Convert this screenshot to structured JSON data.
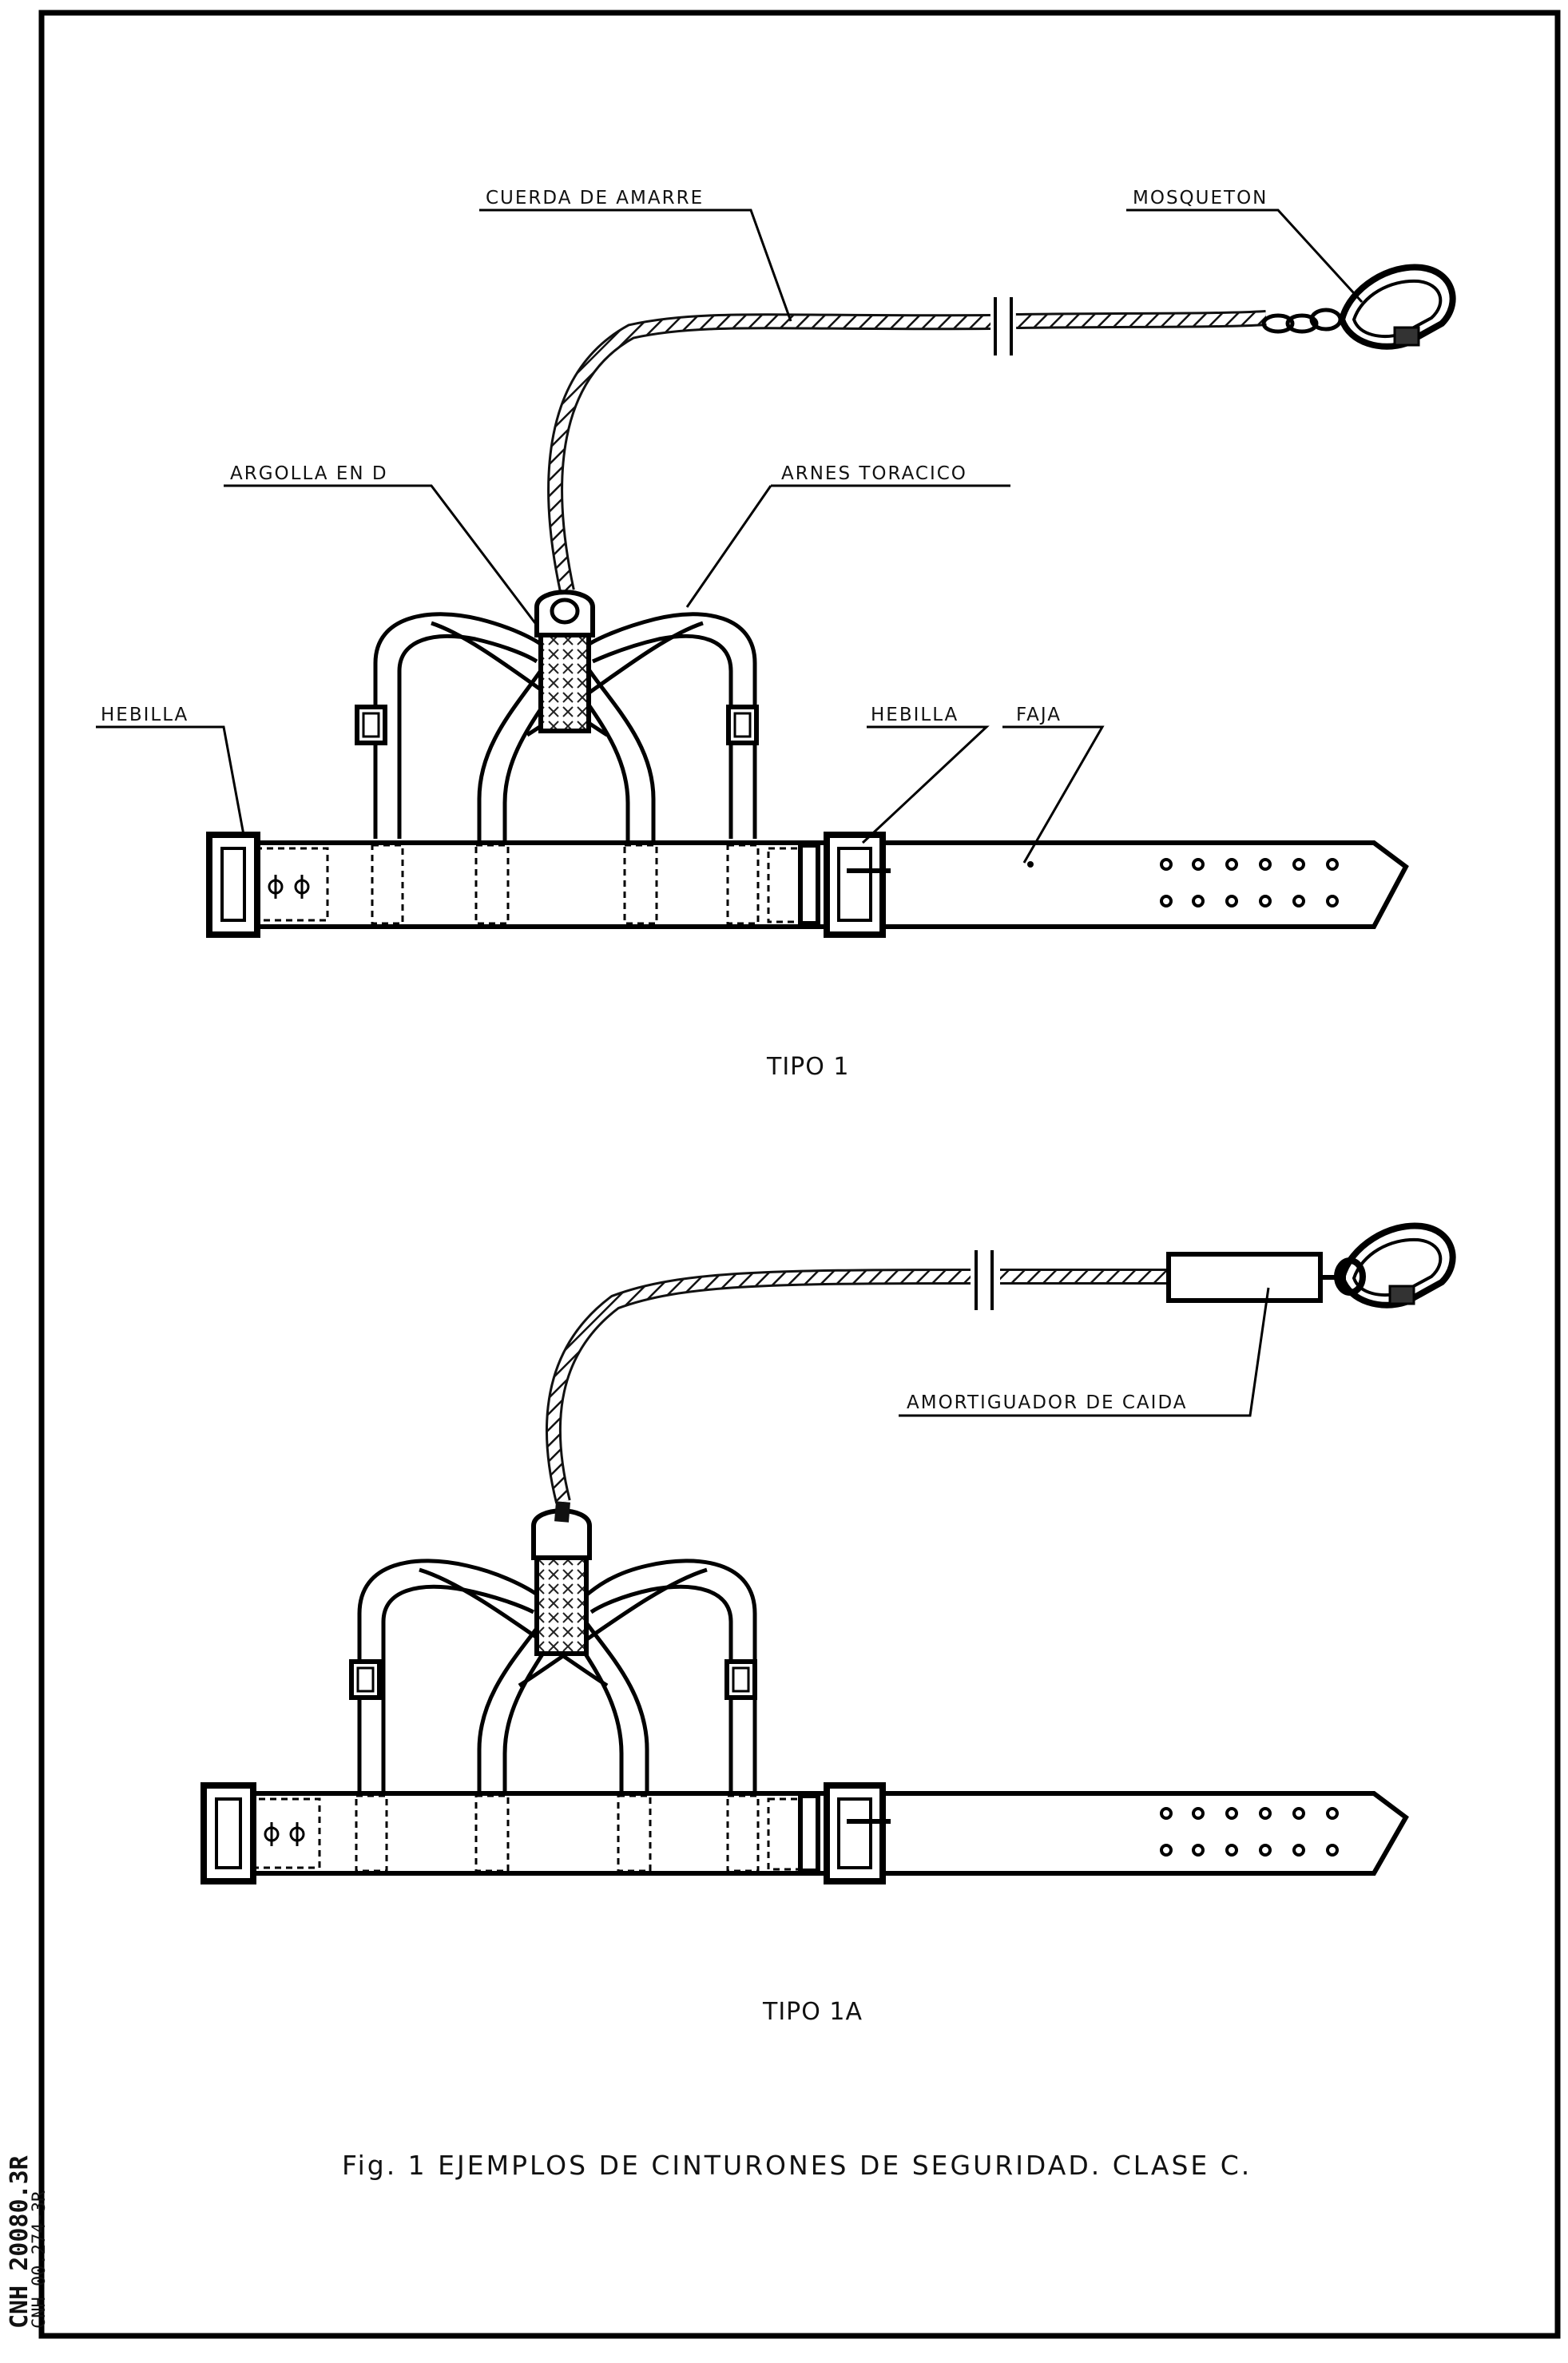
{
  "labels": {
    "cuerda_de_amarre": "CUERDA DE AMARRE",
    "mosqueton": "MOSQUETON",
    "argolla_en_d": "ARGOLLA EN D",
    "arnes_toracico": "ARNES TORACICO",
    "hebilla_left": "HEBILLA",
    "hebilla_right": "HEBILLA",
    "faja": "FAJA",
    "amortiguador_de_caida": "AMORTIGUADOR DE CAIDA"
  },
  "captions": {
    "tipo1": "TIPO 1",
    "tipo1a": "TIPO 1A"
  },
  "figure_caption": "Fig. 1  EJEMPLOS DE CINTURONES DE SEGURIDAD. CLASE C.",
  "stamp": {
    "line1": "CNH 20080.3R",
    "line2": "CNH 00.274-3R"
  }
}
